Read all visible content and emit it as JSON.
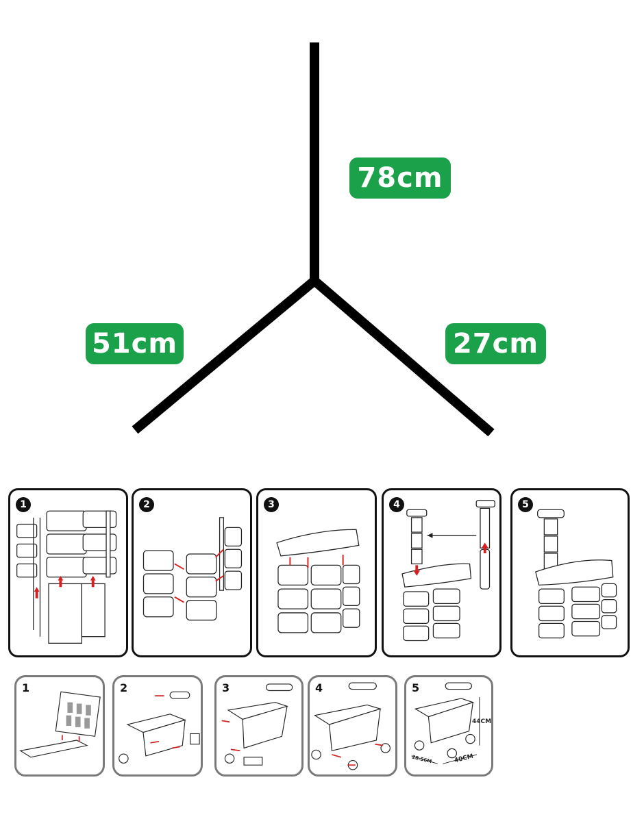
{
  "dimensions": {
    "height": "78cm",
    "length": "51cm",
    "width": "27cm",
    "badge_color": "#1aa14a"
  },
  "shelf_steps": [
    "1",
    "2",
    "3",
    "4",
    "5"
  ],
  "cart_steps": [
    "1",
    "2",
    "3",
    "4",
    "5"
  ],
  "cart_step5_labels": {
    "height": "44CM",
    "width": "40CM",
    "depth": "28.5CM"
  },
  "arrow_color": "#d42020"
}
